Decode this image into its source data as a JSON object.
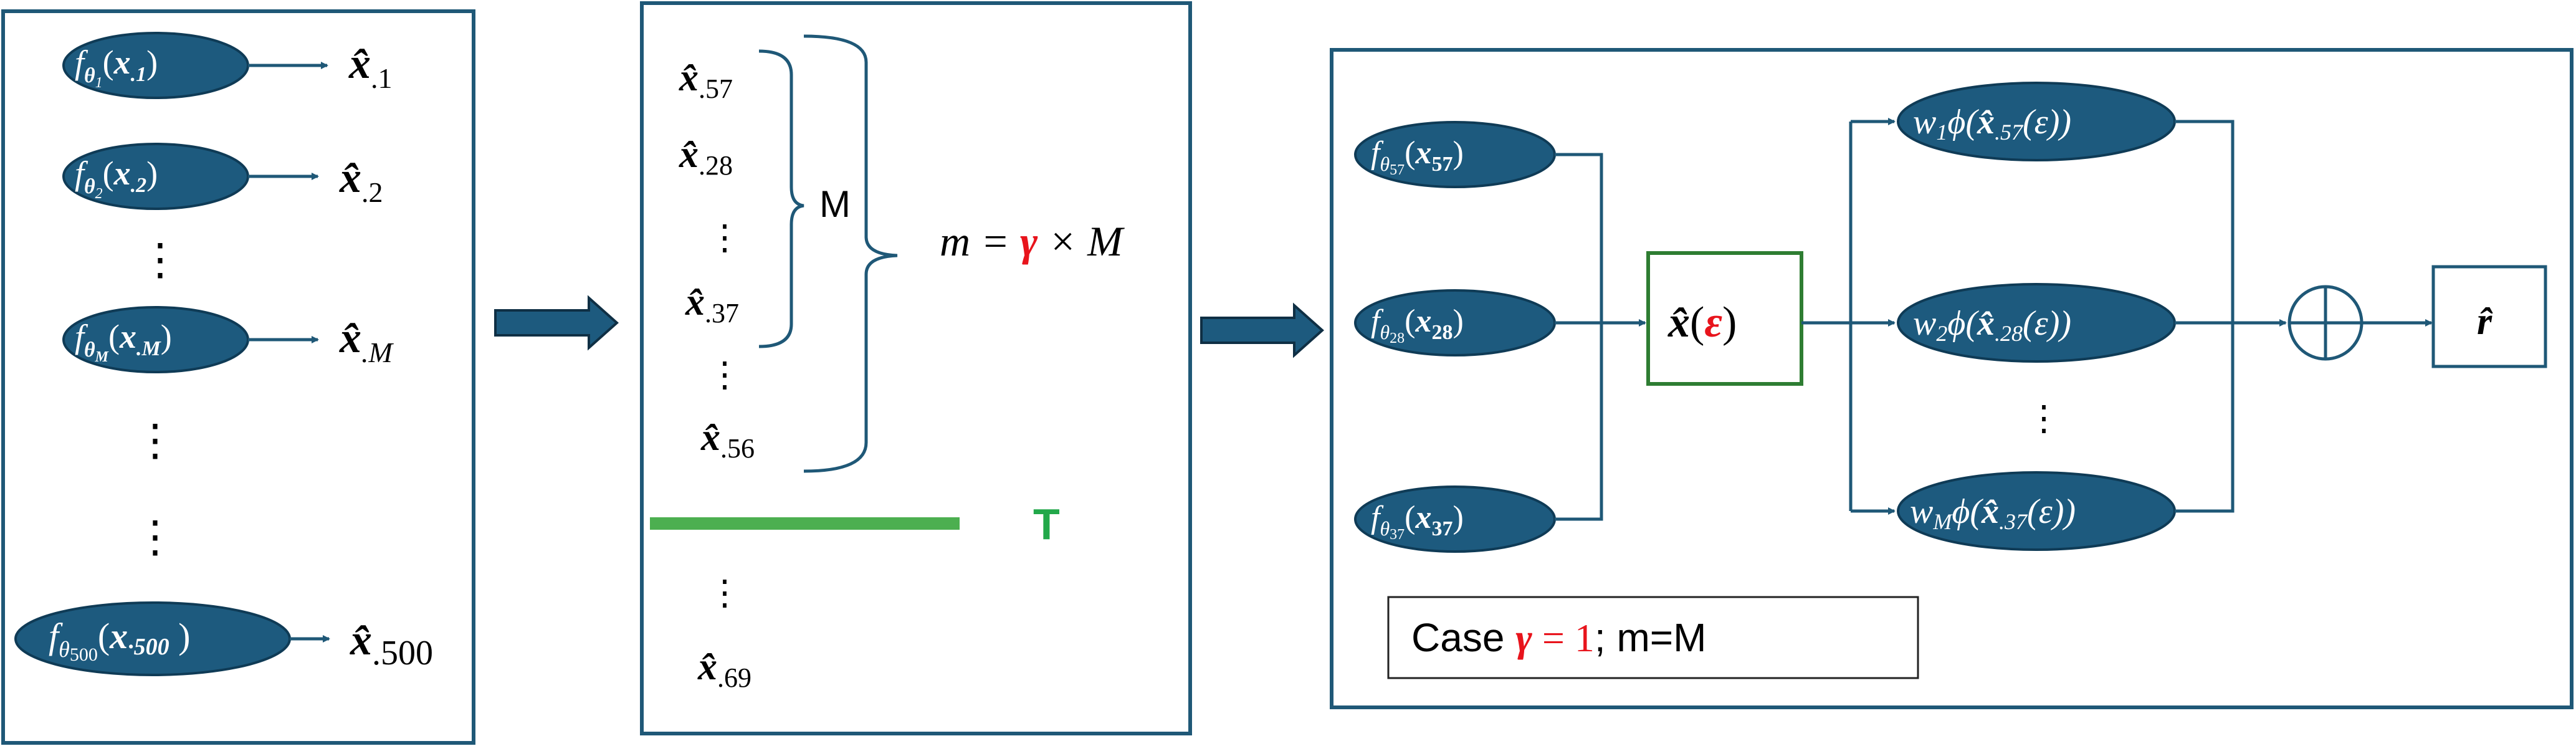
{
  "panel1": {
    "models": [
      {
        "f_sub": "θ",
        "f_sub2": "1",
        "x_label": "x",
        "x_sub": ".1",
        "out_label": "x̂",
        "out_sub": ".1"
      },
      {
        "f_sub": "θ",
        "f_sub2": "2",
        "x_label": "x",
        "x_sub": ".2",
        "out_label": "x̂",
        "out_sub": ".2"
      },
      {
        "f_sub": "θ",
        "f_sub2": "M",
        "x_label": "x",
        "x_sub": ".M",
        "out_label": "x̂",
        "out_sub": ".M"
      },
      {
        "f_sub": "θ",
        "f_sub2": "500",
        "x_label": "x",
        "x_sub": "·500",
        "out_label": "x̂",
        "out_sub": ".500"
      }
    ],
    "ellipsis": "⋮"
  },
  "panel2": {
    "list": [
      {
        "label": "x̂",
        "sub": ".57"
      },
      {
        "label": "x̂",
        "sub": ".28"
      },
      {
        "label": "x̂",
        "sub": ".37"
      },
      {
        "label": "x̂",
        "sub": ".56"
      },
      {
        "label": "x̂",
        "sub": ".69"
      }
    ],
    "M_label": "M",
    "m_formula": {
      "lhs": "m = ",
      "gamma": "γ",
      "rhs": " × M"
    },
    "T_label": "T",
    "ellipsis": "⋮"
  },
  "panel3": {
    "inputs": [
      {
        "f": "f",
        "theta_sub": "57",
        "x": "x",
        "x_sub": "57"
      },
      {
        "f": "f",
        "theta_sub": "28",
        "x": "x",
        "x_sub": "28"
      },
      {
        "f": "f",
        "theta_sub": "37",
        "x": "x",
        "x_sub": "37"
      }
    ],
    "center_box": {
      "xhat": "x̂",
      "open": "(",
      "eps": "ε",
      "close": ")"
    },
    "weighted": [
      {
        "w": "w",
        "w_sub": "1",
        "phi": "ϕ",
        "x_sub": ".57"
      },
      {
        "w": "w",
        "w_sub": "2",
        "phi": "ϕ",
        "x_sub": ".28"
      },
      {
        "w": "w",
        "w_sub": "M",
        "phi": "ϕ",
        "x_sub": ".37"
      }
    ],
    "sum_symbol": "⊕",
    "output": "r̂",
    "caption": {
      "pre": "Case ",
      "gamma": "γ",
      "eq": " = 1",
      "post": "; m=M"
    },
    "ellipsis": "⋮"
  },
  "colors": {
    "node_fill": "#1d5a7e",
    "border": "#1f5877",
    "arrow": "#1f5877",
    "green_box": "#2e7d32",
    "green_line": "#4caf50",
    "red": "#e8141c"
  }
}
